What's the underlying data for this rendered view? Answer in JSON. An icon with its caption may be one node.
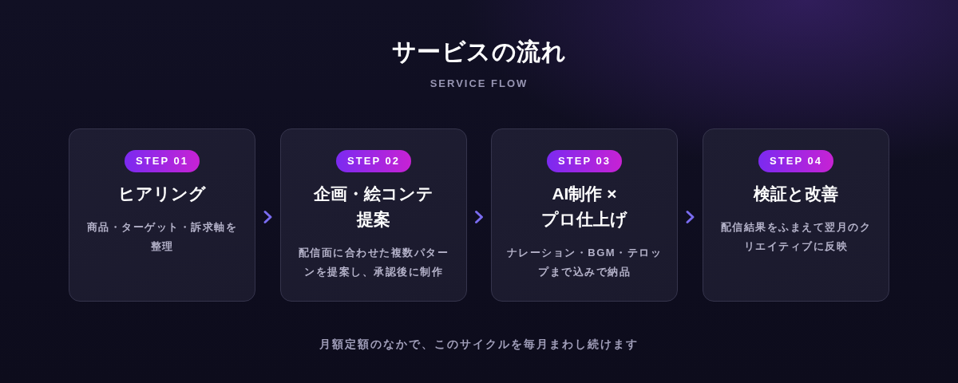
{
  "diagram": {
    "title": "サービスの流れ",
    "labels": [
      "SERVICE FLOW"
    ],
    "caption": "月額定額のなかで、このサイクルを毎月まわし続けます",
    "nodes": [
      {
        "text": [
          "ヒアリング",
          "商品・ターゲット・訴求軸を整理"
        ]
      },
      {
        "text": [
          "STEP 01"
        ],
        "in": 0
      },
      {
        "text": [
          "企画・絵コンテ提案",
          "配信面に合わせた複数パターンを提案し、承認後に制作"
        ]
      },
      {
        "text": [
          "STEP 02"
        ],
        "in": 2
      },
      {
        "text": [
          "AI制作 ×プロ仕上げ",
          "ナレーション・BGM・テロップまで込みで納品"
        ]
      },
      {
        "text": [
          "STEP 03"
        ],
        "in": 4
      },
      {
        "text": [
          "検証と改善",
          "配信結果をふまえて翌月のクリエイティブに反映"
        ]
      },
      {
        "text": [
          "STEP 04"
        ],
        "in": 6
      }
    ],
    "edges": [
      {
        "from": 0,
        "to": 2,
        "arrow": "to"
      },
      {
        "from": 2,
        "to": 4,
        "arrow": "to"
      },
      {
        "from": 4,
        "to": 6,
        "arrow": "to"
      }
    ]
  }
}
